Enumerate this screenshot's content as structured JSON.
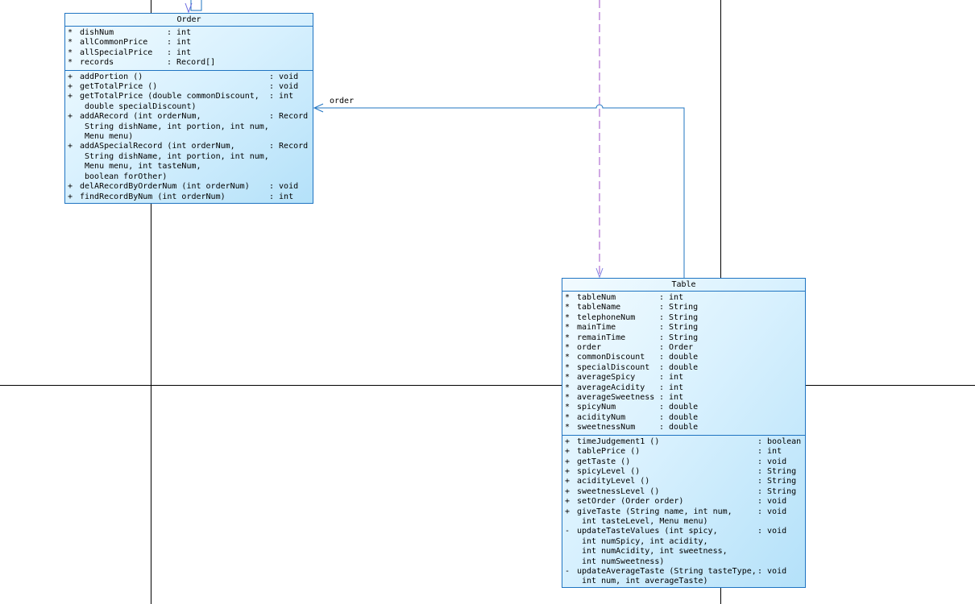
{
  "order_class": {
    "title": "Order",
    "attributes": [
      {
        "vis": "*",
        "name": "dishNum",
        "type": ": int"
      },
      {
        "vis": "*",
        "name": "allCommonPrice",
        "type": ": int"
      },
      {
        "vis": "*",
        "name": "allSpecialPrice",
        "type": ": int"
      },
      {
        "vis": "*",
        "name": "records",
        "type": ": Record[]"
      }
    ],
    "operations": [
      {
        "vis": "+",
        "lines": [
          "addPortion ()"
        ],
        "type": ": void"
      },
      {
        "vis": "+",
        "lines": [
          "getTotalPrice ()"
        ],
        "type": ": void"
      },
      {
        "vis": "+",
        "lines": [
          "getTotalPrice (double commonDiscount,",
          " double specialDiscount)"
        ],
        "type": ": int"
      },
      {
        "vis": "+",
        "lines": [
          "addARecord (int orderNum,",
          " String dishName, int portion, int num,",
          " Menu menu)"
        ],
        "type": ": Record"
      },
      {
        "vis": "+",
        "lines": [
          "addASpecialRecord (int orderNum,",
          " String dishName, int portion, int num,",
          " Menu menu, int tasteNum,",
          " boolean forOther)"
        ],
        "type": ": Record"
      },
      {
        "vis": "+",
        "lines": [
          "delARecordByOrderNum (int orderNum)"
        ],
        "type": ": void"
      },
      {
        "vis": "+",
        "lines": [
          "findRecordByNum (int orderNum)"
        ],
        "type": ": int"
      }
    ]
  },
  "table_class": {
    "title": "Table",
    "attributes": [
      {
        "vis": "*",
        "name": "tableNum",
        "type": ": int"
      },
      {
        "vis": "*",
        "name": "tableName",
        "type": ": String"
      },
      {
        "vis": "*",
        "name": "telephoneNum",
        "type": ": String"
      },
      {
        "vis": "*",
        "name": "mainTime",
        "type": ": String"
      },
      {
        "vis": "*",
        "name": "remainTime",
        "type": ": String"
      },
      {
        "vis": "*",
        "name": "order",
        "type": ": Order"
      },
      {
        "vis": "*",
        "name": "commonDiscount",
        "type": ": double"
      },
      {
        "vis": "*",
        "name": "specialDiscount",
        "type": ": double"
      },
      {
        "vis": "*",
        "name": "averageSpicy",
        "type": ": int"
      },
      {
        "vis": "*",
        "name": "averageAcidity",
        "type": ": int"
      },
      {
        "vis": "*",
        "name": "averageSweetness",
        "type": ": int"
      },
      {
        "vis": "*",
        "name": "spicyNum",
        "type": ": double"
      },
      {
        "vis": "*",
        "name": "acidityNum",
        "type": ": double"
      },
      {
        "vis": "*",
        "name": "sweetnessNum",
        "type": ": double"
      }
    ],
    "operations": [
      {
        "vis": "+",
        "lines": [
          "timeJudgement1 ()"
        ],
        "type": ": boolean"
      },
      {
        "vis": "+",
        "lines": [
          "tablePrice ()"
        ],
        "type": ": int"
      },
      {
        "vis": "+",
        "lines": [
          "getTaste ()"
        ],
        "type": ": void"
      },
      {
        "vis": "+",
        "lines": [
          "spicyLevel ()"
        ],
        "type": ": String"
      },
      {
        "vis": "+",
        "lines": [
          "acidityLevel ()"
        ],
        "type": ": String"
      },
      {
        "vis": "+",
        "lines": [
          "sweetnessLevel ()"
        ],
        "type": ": String"
      },
      {
        "vis": "+",
        "lines": [
          "setOrder (Order order)"
        ],
        "type": ": void"
      },
      {
        "vis": "+",
        "lines": [
          "giveTaste (String name, int num,",
          " int tasteLevel, Menu menu)"
        ],
        "type": ": void"
      },
      {
        "vis": "-",
        "lines": [
          "updateTasteValues (int spicy,",
          " int numSpicy, int acidity,",
          " int numAcidity, int sweetness,",
          " int numSweetness)"
        ],
        "type": ": void"
      },
      {
        "vis": "-",
        "lines": [
          "updateAverageTaste (String tasteType,",
          " int num, int averageTaste)"
        ],
        "type": ": void"
      }
    ]
  },
  "association_label": "order",
  "colors": {
    "class_border": "#1f74c2",
    "association_line": "#1f74c2",
    "dependency_line": "#a050c8",
    "grid_line": "#000000"
  }
}
